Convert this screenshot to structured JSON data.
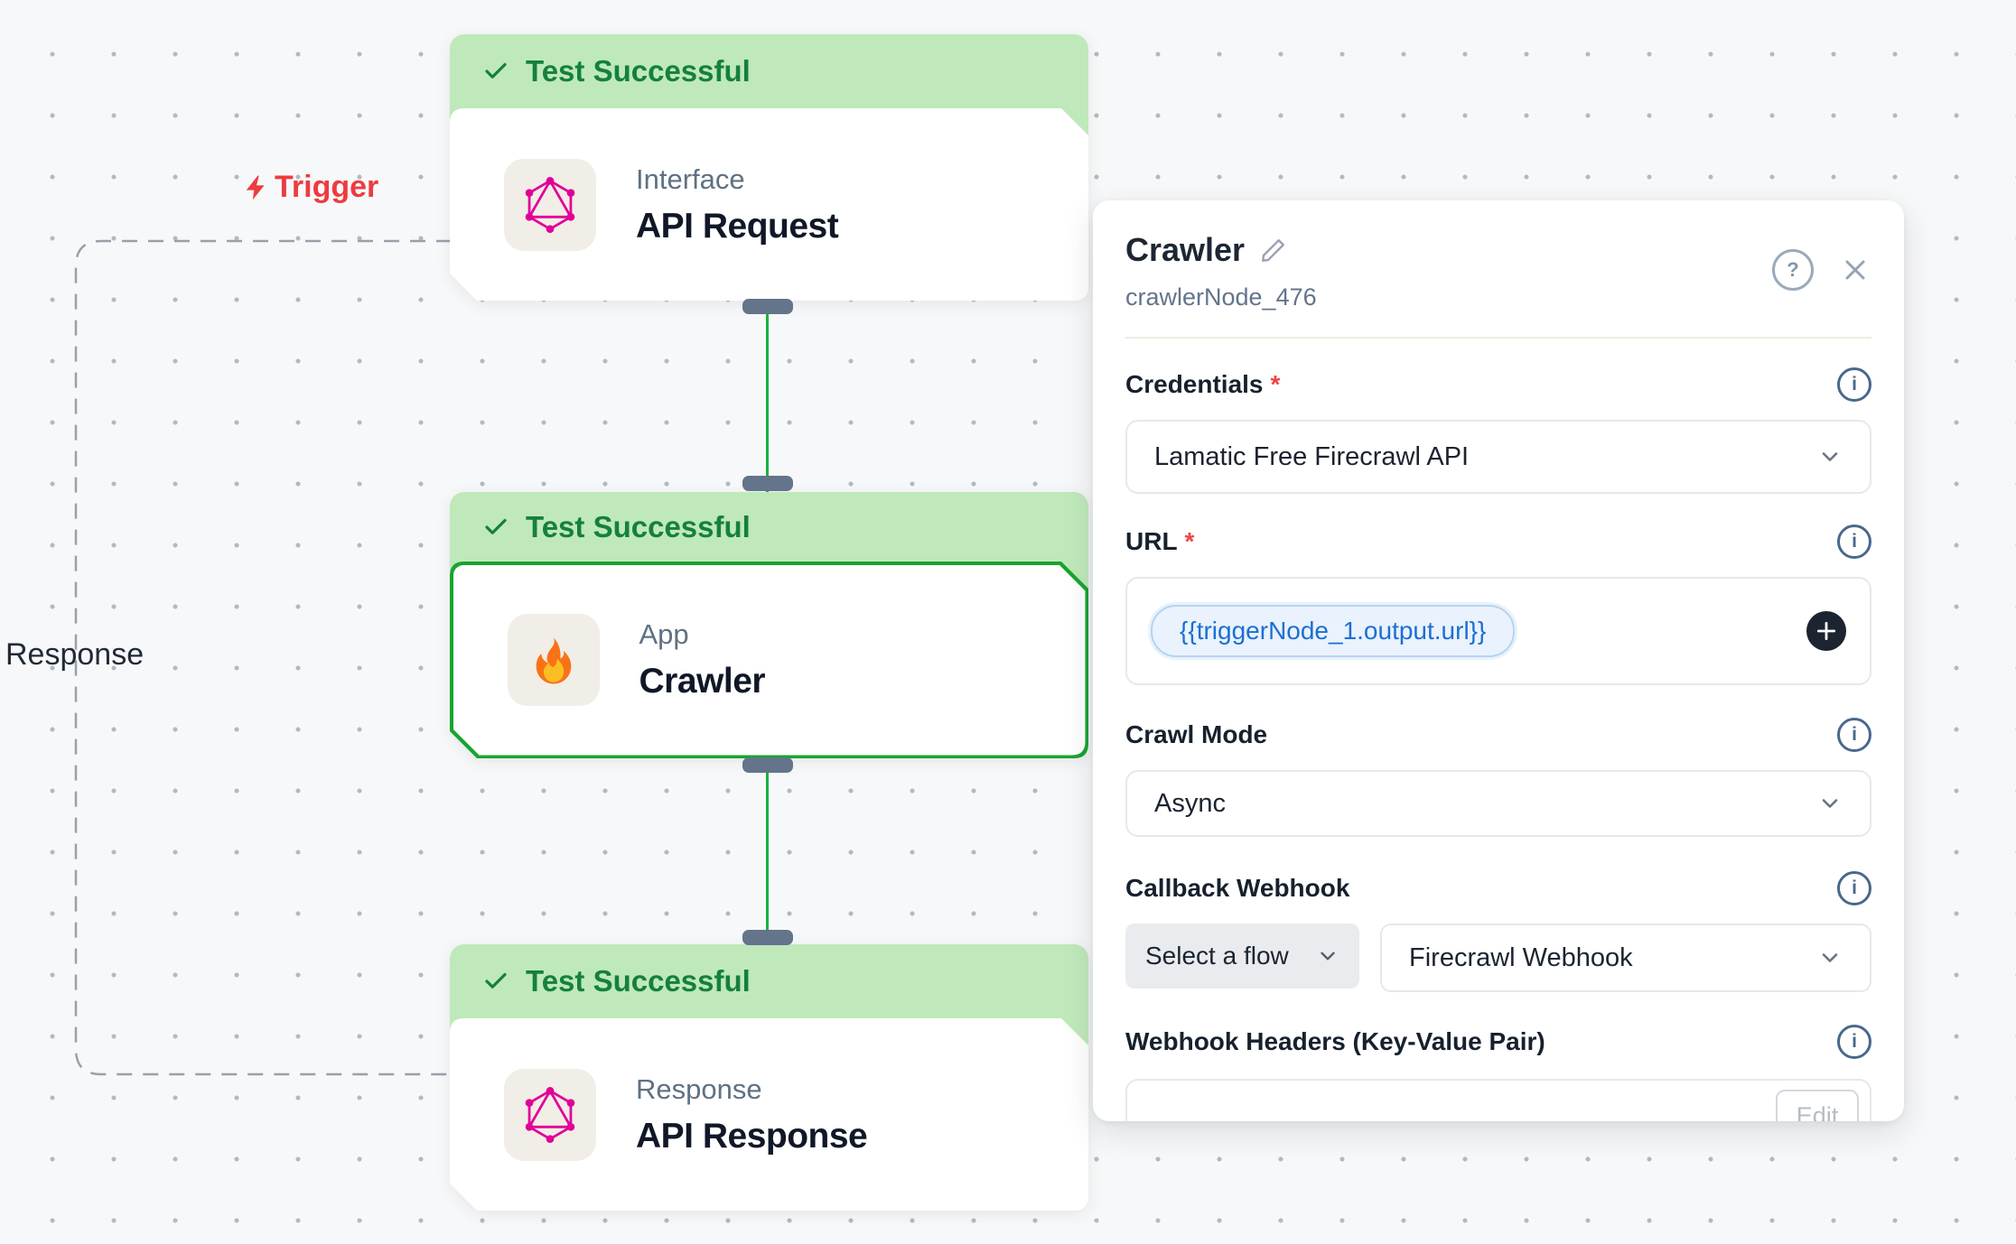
{
  "canvas": {
    "trigger_label": "Trigger",
    "response_label": "Response",
    "nodes": [
      {
        "status": "Test Successful",
        "category": "Interface",
        "title": "API Request",
        "icon": "graphql"
      },
      {
        "status": "Test Successful",
        "category": "App",
        "title": "Crawler",
        "icon": "fire",
        "selected": true
      },
      {
        "status": "Test Successful",
        "category": "Response",
        "title": "API Response",
        "icon": "graphql"
      }
    ]
  },
  "panel": {
    "title": "Crawler",
    "node_id": "crawlerNode_476",
    "required_marker": "*",
    "help_icon": "?",
    "info_icon": "i",
    "credentials": {
      "label": "Credentials",
      "required": true,
      "value": "Lamatic Free Firecrawl API"
    },
    "url": {
      "label": "URL",
      "required": true,
      "chip": "{{triggerNode_1.output.url}}"
    },
    "crawl_mode": {
      "label": "Crawl Mode",
      "value": "Async"
    },
    "callback_webhook": {
      "label": "Callback Webhook",
      "flow_select": "Select a flow",
      "value": "Firecrawl Webhook"
    },
    "webhook_headers": {
      "label": "Webhook Headers (Key-Value Pair)",
      "edit_label": "Edit"
    }
  },
  "colors": {
    "canvas_bg": "#f7f8f9",
    "status_green_bg": "#bfe9ba",
    "status_green_text": "#15803d",
    "selected_border_green": "#18a52e",
    "connector_green": "#1cb23b",
    "handle_gray": "#64748b",
    "trigger_red": "#ee3b40",
    "chip_blue": "#1d6fd1",
    "graphql_pink": "#e10098"
  }
}
